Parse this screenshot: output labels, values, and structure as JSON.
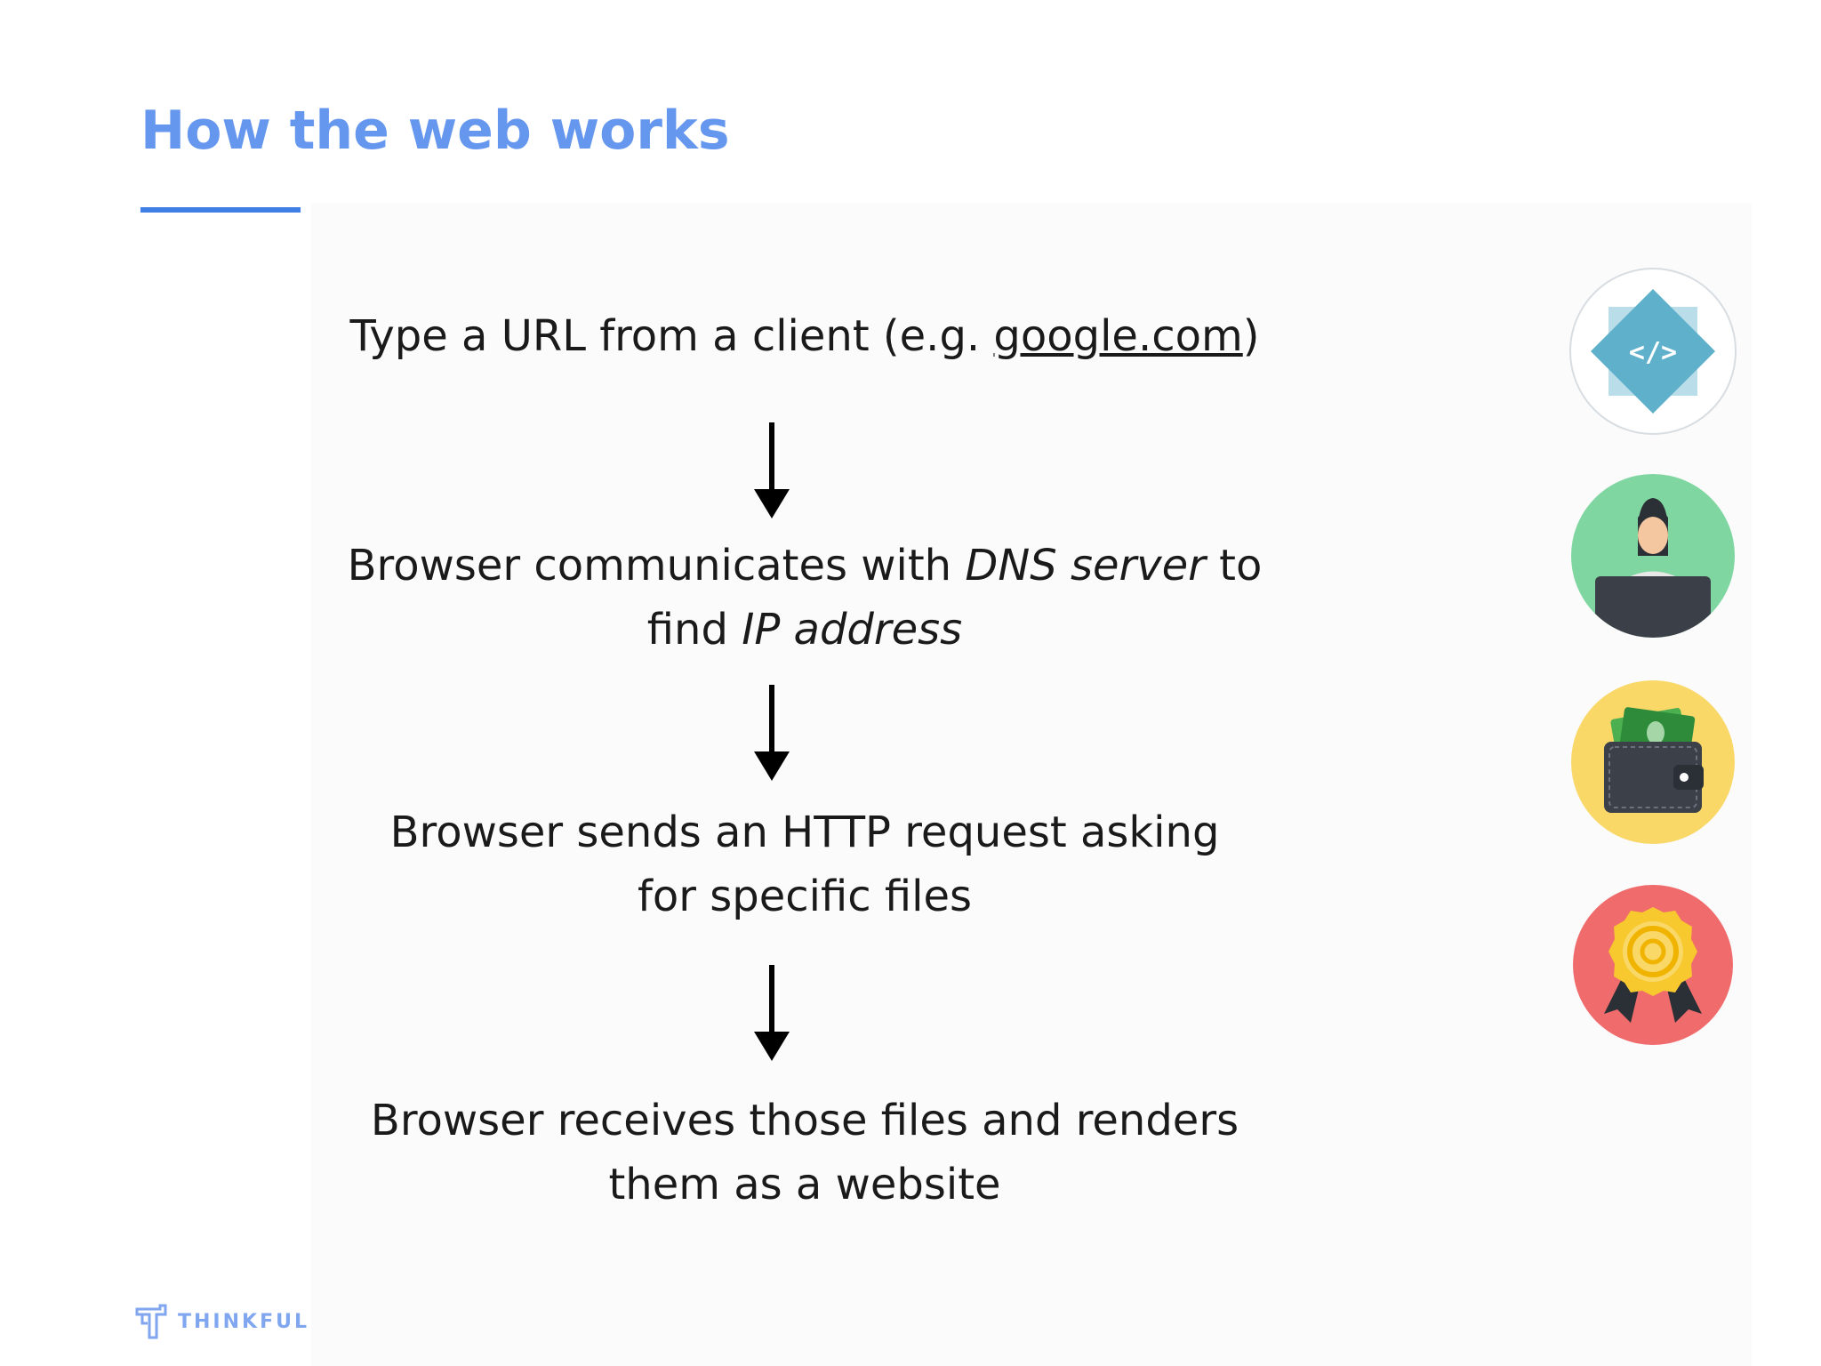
{
  "slide": {
    "title": "How the web works",
    "accent_color": "#6697ee",
    "rule_color": "#3f7fe6"
  },
  "steps": [
    {
      "pre": "Type a URL from a client (e.g. ",
      "link": "google.com",
      "post": ")"
    },
    {
      "line1_pre": "Browser communicates with ",
      "line1_em": "DNS server",
      "line1_post": " to",
      "line2_pre": "find ",
      "line2_em": "IP address"
    },
    {
      "line1": "Browser sends an HTTP request asking",
      "line2": "for specific files"
    },
    {
      "line1": "Browser receives those files and renders",
      "line2": "them as a website"
    }
  ],
  "icons": [
    {
      "name": "code-icon",
      "color": "#6db6cf"
    },
    {
      "name": "user-laptop-icon",
      "color": "#7fd6a0"
    },
    {
      "name": "wallet-icon",
      "color": "#f9d868"
    },
    {
      "name": "award-badge-icon",
      "color": "#f06b6b"
    }
  ],
  "brand": {
    "name": "THINKFUL",
    "color": "#7fa6ee"
  }
}
